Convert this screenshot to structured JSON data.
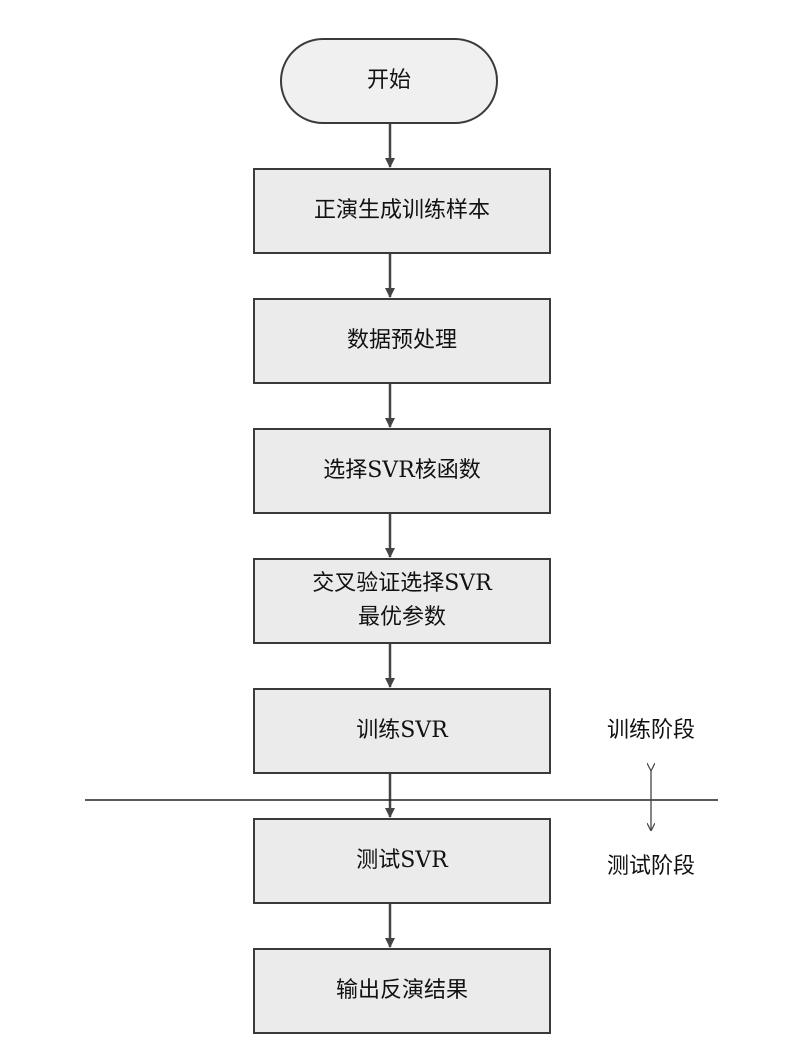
{
  "nodes": [
    {
      "id": "start",
      "label": "开始"
    },
    {
      "id": "step1",
      "label": "正演生成训练样本"
    },
    {
      "id": "step2",
      "label": "数据预处理"
    },
    {
      "id": "step3",
      "label": "选择SVR核函数"
    },
    {
      "id": "step4",
      "label": "交叉验证选择SVR\n最优参数"
    },
    {
      "id": "step5",
      "label": "训练SVR"
    },
    {
      "id": "step6",
      "label": "测试SVR"
    },
    {
      "id": "step7",
      "label": "输出反演结果"
    }
  ],
  "stages": {
    "train": "训练阶段",
    "test": "测试阶段"
  },
  "colors": {
    "box_fill": "#ebebeb",
    "border": "#3a3a3a",
    "arrow": "#444444"
  }
}
